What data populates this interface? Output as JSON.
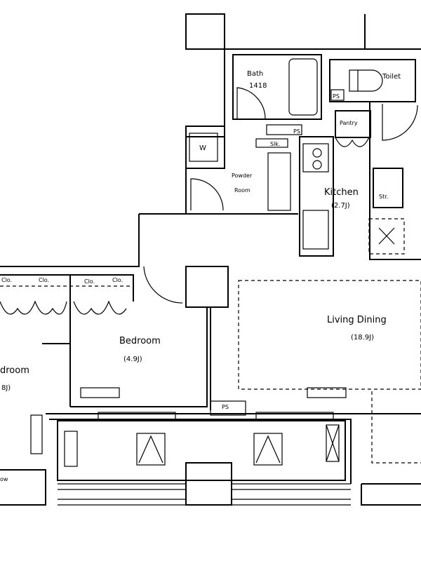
{
  "rooms": {
    "bath": {
      "name": "Bath",
      "size": "1418"
    },
    "toilet": {
      "name": "Toilet"
    },
    "pantry": {
      "name": "Pantry"
    },
    "powder_room": {
      "name": "Powder",
      "name2": "Room"
    },
    "kitchen": {
      "name": "Kitchen",
      "area": "(2.7J)"
    },
    "storage": {
      "name": "Str."
    },
    "living_dining": {
      "name": "Living Dining",
      "area": "(18.9J)"
    },
    "bedroom": {
      "name": "Bedroom",
      "area": "(4.9J)"
    },
    "bedroom2": {
      "name": "droom",
      "area": "8J)"
    },
    "shoe": {
      "name": "Slk."
    },
    "washer": {
      "name": "W"
    },
    "closets": [
      "Clo.",
      "Clo.",
      "Clo.",
      "Clo."
    ],
    "ps": [
      "PS",
      "PS",
      "PS"
    ],
    "balcony_left": "ow"
  }
}
